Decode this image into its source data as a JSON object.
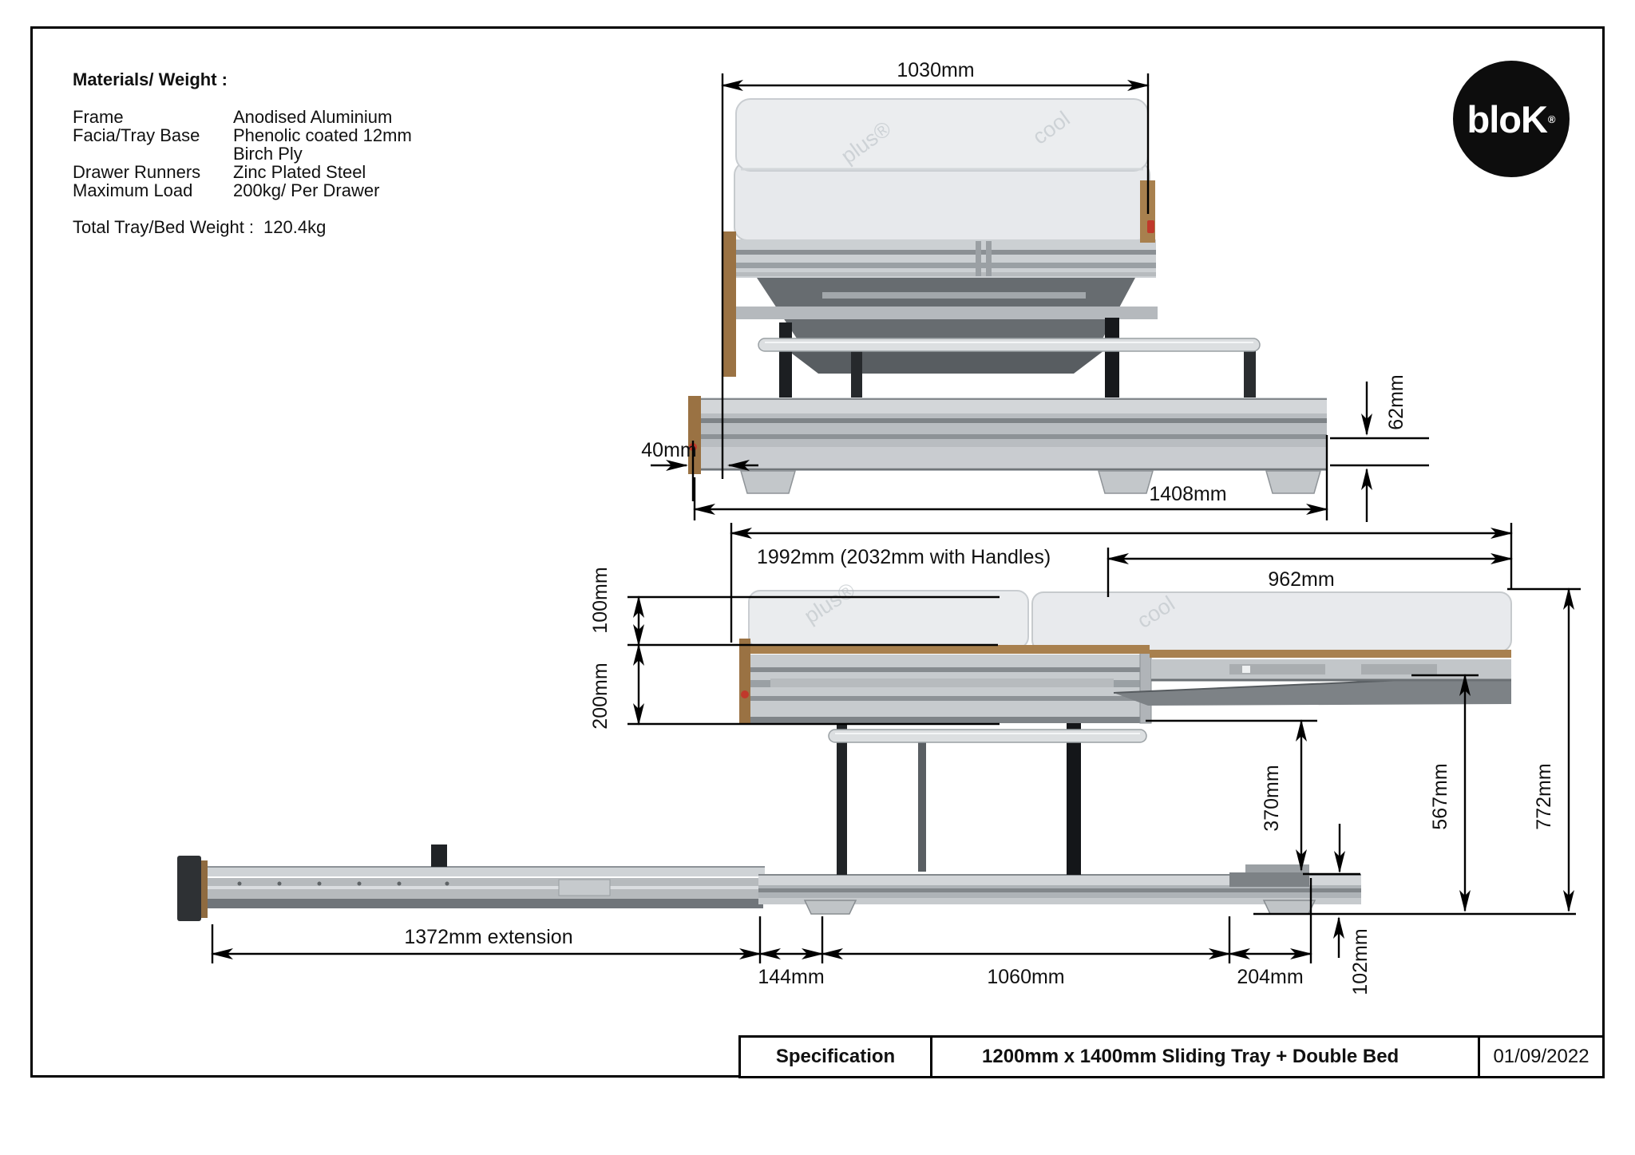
{
  "page": {
    "background": "#ffffff",
    "border_color": "#000000"
  },
  "materials": {
    "title": "Materials/ Weight :",
    "rows": [
      {
        "label": "Frame",
        "value": "Anodised Aluminium"
      },
      {
        "label": "Facia/Tray Base",
        "value": "Phenolic coated 12mm"
      },
      {
        "label": "",
        "value": "Birch Ply"
      },
      {
        "label": "Drawer Runners",
        "value": "Zinc Plated Steel"
      },
      {
        "label": "Maximum Load",
        "value": "200kg/ Per Drawer"
      }
    ],
    "total_label": "Total Tray/Bed Weight :",
    "total_value": "120.4kg"
  },
  "logo": {
    "text": "bloK",
    "registered": "®",
    "background": "#0d0d0d",
    "color": "#ffffff"
  },
  "drawing": {
    "watermark": {
      "word1": "cool",
      "word2": "plus®"
    },
    "closed_view": {
      "dims": {
        "mattress_width": "1030mm",
        "tray_offset": "40mm",
        "tray_profile_height": "62mm",
        "tray_length": "1408mm"
      }
    },
    "extended_view": {
      "dims": {
        "overall_length": "1992mm (2032mm with Handles)",
        "extended_bed_length": "962mm",
        "mattress_thickness": "100mm",
        "frame_depth": "200mm",
        "clearance": "370mm",
        "extended_bed_height": "567mm",
        "overall_height": "772mm",
        "tray_rail_height": "102mm",
        "extension_length": "1372mm extension",
        "segment_a": "144mm",
        "segment_b": "1060mm",
        "segment_c": "204mm"
      }
    }
  },
  "title_block": {
    "label": "Specification",
    "description": "1200mm x 1400mm Sliding Tray + Double Bed",
    "date": "01/09/2022"
  }
}
